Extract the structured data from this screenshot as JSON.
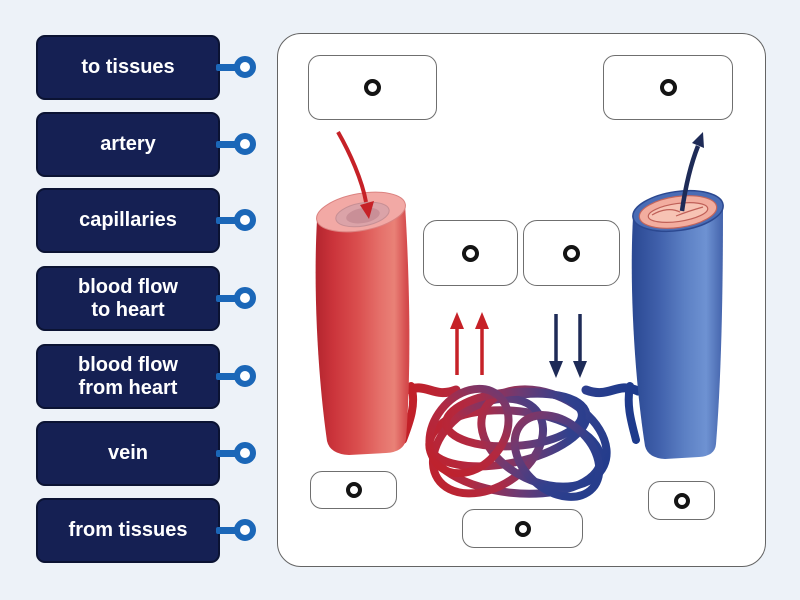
{
  "labels": [
    {
      "text": "to tissues"
    },
    {
      "text": "artery"
    },
    {
      "text": "capillaries"
    },
    {
      "text": "blood flow\nto heart"
    },
    {
      "text": "blood flow\nfrom heart"
    },
    {
      "text": "vein"
    },
    {
      "text": "from tissues"
    }
  ],
  "slots": [
    {
      "name": "slot-top-left"
    },
    {
      "name": "slot-top-right"
    },
    {
      "name": "slot-mid-left"
    },
    {
      "name": "slot-mid-right"
    },
    {
      "name": "slot-bottom-left"
    },
    {
      "name": "slot-bottom-center"
    },
    {
      "name": "slot-bottom-right"
    }
  ],
  "colors": {
    "page_bg": "#edf2f8",
    "panel_bg": "#ffffff",
    "label_bg": "#152053",
    "label_text": "#ffffff",
    "connector_blue": "#1b67b8",
    "slot_ring_black": "#141414",
    "artery_red": "#d5454a",
    "vein_blue": "#4a6db6",
    "capillary_red": "#c31f26",
    "capillary_blue": "#1c3a8c",
    "arrow_red": "#c62127",
    "arrow_navy": "#1e2b57"
  }
}
